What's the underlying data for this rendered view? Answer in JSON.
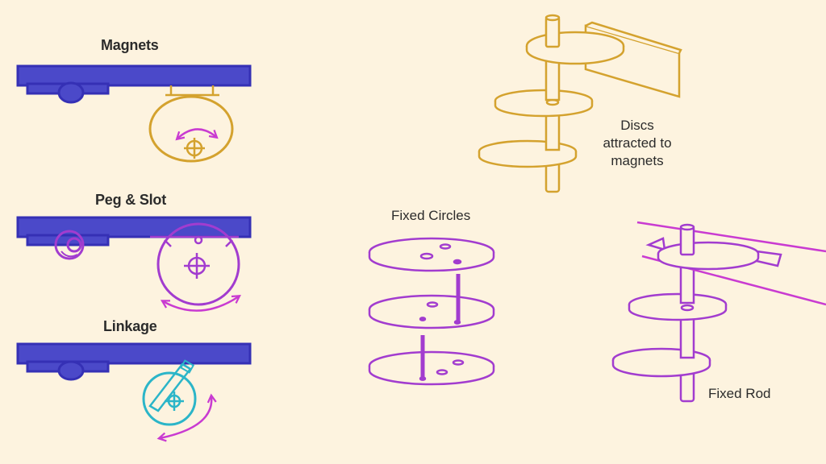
{
  "labels": {
    "magnets": "Magnets",
    "peg_slot": "Peg & Slot",
    "linkage": "Linkage",
    "discs_line1": "Discs",
    "discs_line2": "attracted to",
    "discs_line3": "magnets",
    "fixed_circles": "Fixed Circles",
    "fixed_rod": "Fixed Rod"
  },
  "colors": {
    "background": "#fdf3df",
    "bar": "#4b49c9",
    "bar_outline": "#3530b5",
    "gold": "#d4a22e",
    "purple": "#a23ccf",
    "magenta": "#c93bd1",
    "teal": "#2bb5c8",
    "text": "#2b2b2b"
  },
  "icons": [
    "rotation-arrow-icon",
    "crosshair-icon"
  ]
}
